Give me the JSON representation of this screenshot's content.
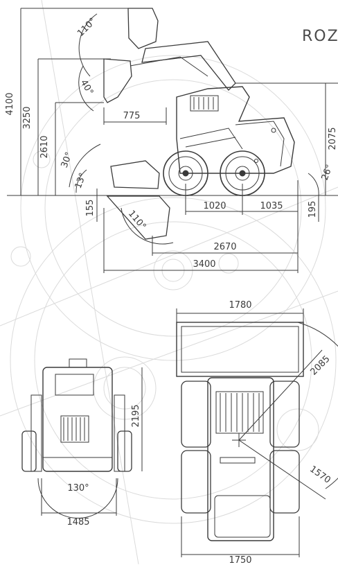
{
  "title": "ROZ",
  "side_view": {
    "heights": {
      "h_max": "4100",
      "h_pin": "3250",
      "h_dump": "2610"
    },
    "angles": {
      "rollback_top": "110°",
      "dump": "40°",
      "tilt": "30°",
      "ground": "13°",
      "rollback_bottom": "110°",
      "departure": "26°"
    },
    "reach": "775",
    "wheelbase": "1020",
    "rear": "1035",
    "clearance": "195",
    "dig_depth": "155",
    "length_body": "2670",
    "length_total": "3400",
    "height_cab": "2075"
  },
  "rear_view": {
    "width": "1485",
    "height": "2195",
    "angle": "130°"
  },
  "top_view": {
    "bucket_width": "1780",
    "track_width": "1750",
    "turn_front": "2085",
    "turn_rear": "1570"
  }
}
